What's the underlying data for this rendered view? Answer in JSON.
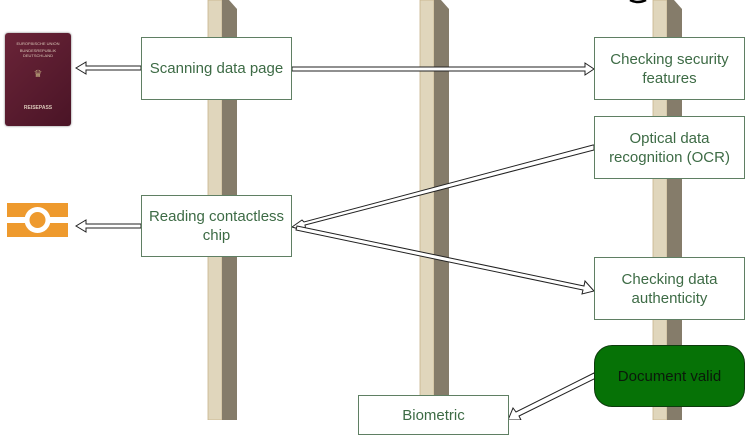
{
  "boxes": {
    "scanning": "Scanning data page",
    "reading": "Reading contactless chip",
    "security": "Checking security features",
    "ocr": "Optical data recognition (OCR)",
    "authenticity": "Checking data authenticity",
    "valid": "Document valid",
    "biometric": "Biometric"
  },
  "passport": {
    "line1": "EUROPÄISCHE UNION",
    "line2": "BUNDESREPUBLIK DEUTSCHLAND",
    "label": "REISEPASS"
  },
  "colors": {
    "box_border": "#5f7f63",
    "box_text": "#3d6b45",
    "valid_fill": "#067206",
    "pillar_light": "#e0d6bc",
    "pillar_dark": "#857c6a",
    "chip": "#ee9a2e"
  }
}
